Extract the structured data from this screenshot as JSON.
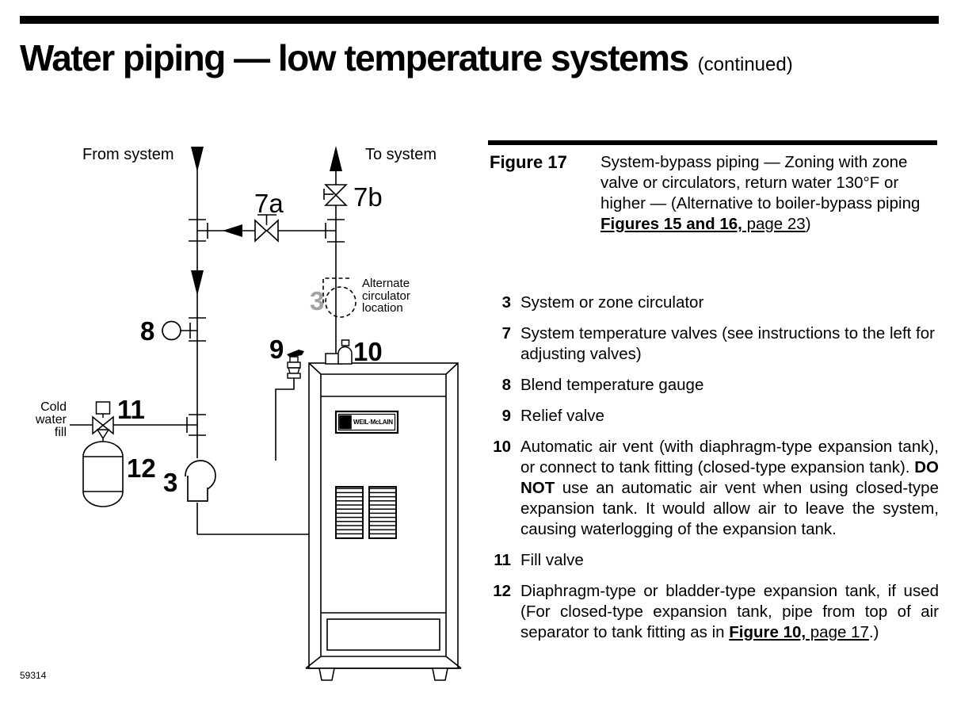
{
  "page": {
    "title": "Water piping — low temperature systems",
    "title_suffix": "(continued)",
    "part_number": "59314"
  },
  "figure": {
    "label": "Figure 17",
    "caption_part1": "System-bypass piping — Zoning with zone valve or circulators, return water 130°F or higher — (Alternative to boiler-bypass piping ",
    "caption_link1": "Figures 15 and 16,",
    "caption_link2": " page 23",
    "caption_part2": ")"
  },
  "legend": {
    "items": [
      {
        "num": "3",
        "text": "System or zone circulator"
      },
      {
        "num": "7",
        "text": "System temperature valves (see instructions to the left for adjusting valves)"
      },
      {
        "num": "8",
        "text": "Blend temperature gauge"
      },
      {
        "num": "9",
        "text": "Relief valve"
      },
      {
        "num": "10",
        "part1": "Automatic air vent (with diaphragm-type expansion tank), or connect to tank fitting (closed-type expansion tank). ",
        "bold": "DO NOT",
        "part2": " use an automatic air vent when using closed-type expansion tank. It would allow air to leave the system, causing waterlogging of the expansion tank."
      },
      {
        "num": "11",
        "text": "Fill valve"
      },
      {
        "num": "12",
        "part1": "Diaphragm-type or bladder-type expansion tank, if used (For closed-type expansion tank, pipe from top of air separator to tank fitting as in ",
        "link1": "Figure 10,",
        "link2": " page 17",
        "part2": ".)"
      }
    ]
  },
  "diagram": {
    "from_system": "From system",
    "to_system": "To system",
    "label_7a": "7a",
    "label_7b": "7b",
    "label_8": "8",
    "label_9": "9",
    "label_10": "10",
    "label_11": "11",
    "label_12": "12",
    "label_3": "3",
    "label_3_alternate": "3",
    "alt_circulator_note": {
      "lines": [
        "Alternate",
        "circulator",
        "location"
      ]
    },
    "cold_water_fill": {
      "lines": [
        "Cold",
        "water",
        "fill"
      ]
    },
    "boiler_logo": "WEIL·McLAIN"
  },
  "colors": {
    "ink": "#000000",
    "grey_label": "#a2a2a2",
    "paper": "#ffffff"
  }
}
